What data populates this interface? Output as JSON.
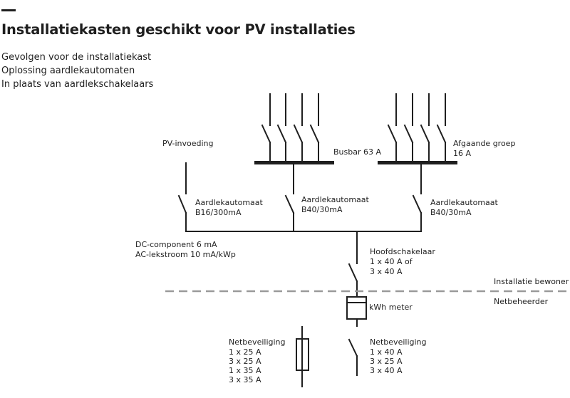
{
  "header": {
    "title": "Installatiekasten geschikt voor PV installaties",
    "subtitles": [
      "Gevolgen voor de installatiekast",
      "Oplossing aardlekautomaten",
      "In plaats van aardlekschakelaars"
    ]
  },
  "diagram": {
    "colors": {
      "line": "#1f1f1f",
      "dashed_boundary": "#9a9a9a"
    },
    "labels": {
      "pv_feed": "PV-invoeding",
      "busbar": "Busbar 63 A",
      "outgoing_group": [
        "Afgaande groep",
        "16 A"
      ],
      "rcbo_pv": [
        "Aardlekautomaat",
        "B16/300mA"
      ],
      "rcbo_1": [
        "Aardlekautomaat",
        "B40/30mA"
      ],
      "rcbo_2": [
        "Aardlekautomaat",
        "B40/30mA"
      ],
      "leakage_note": [
        "DC-component 6 mA",
        "AC-lekstroom 10 mA/kWp"
      ],
      "main_switch": [
        "Hoofdschakelaar",
        "1 x 40 A of",
        "3 x 40 A"
      ],
      "zone_resident": "Installatie bewoner",
      "zone_operator": "Netbeheerder",
      "meter": "kWh meter",
      "grid_fuse_left": [
        "Netbeveiliging",
        "1 x 25 A",
        "3 x 25 A",
        "1 x 35 A",
        "3 x 35 A"
      ],
      "grid_fuse_right": [
        "Netbeveiliging",
        "1 x 40 A",
        "3 x 25 A",
        "3 x 40 A"
      ]
    }
  }
}
